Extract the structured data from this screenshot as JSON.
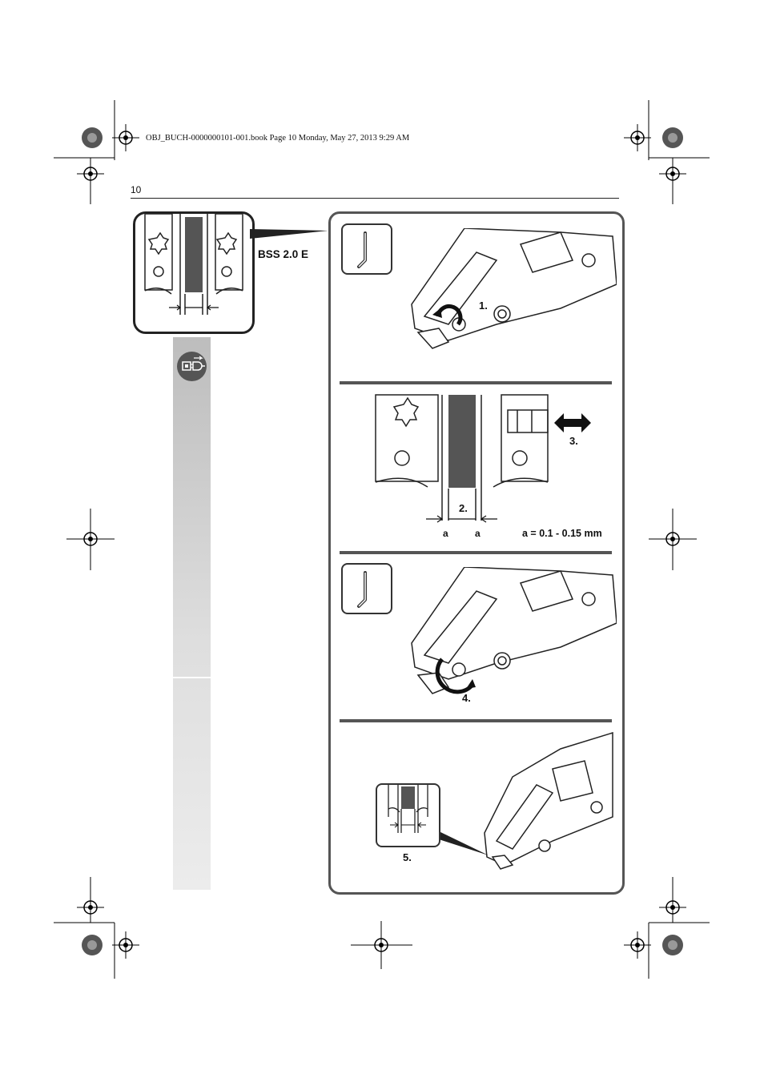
{
  "print_header": "OBJ_BUCH-0000000101-001.book  Page 10  Monday, May 27, 2013  9:29 AM",
  "page_number": "10",
  "model_label": "BSS 2.0 E",
  "steps": {
    "step1": "1.",
    "step2": "2.",
    "step3": "3.",
    "step4": "4.",
    "step5": "5."
  },
  "gap_labels": {
    "left": "a",
    "right": "a"
  },
  "gap_spec": "a = 0.1 - 0.15 mm",
  "icons": {
    "tool": "hex-key-icon",
    "unplug": "unplug-icon",
    "registration": "registration-mark-icon"
  },
  "colors": {
    "panel_border": "#555555",
    "sidebar": "#cfcfcf",
    "blade": "#444444"
  }
}
